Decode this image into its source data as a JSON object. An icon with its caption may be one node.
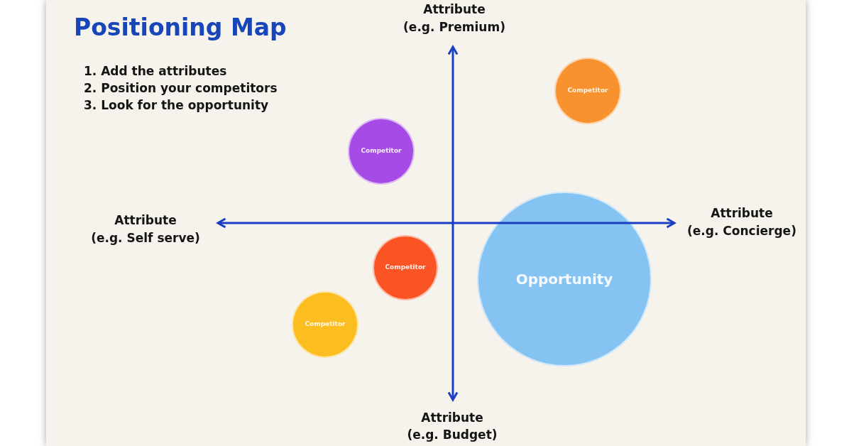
{
  "diagram": {
    "title": "Positioning Map",
    "nodes": [
      {
        "text": [
          "Competitor"
        ]
      },
      {
        "text": [
          "Competitor"
        ]
      },
      {
        "text": [
          "Competitor"
        ]
      },
      {
        "text": [
          "Opportunity"
        ]
      },
      {
        "text": [
          "Competitor"
        ]
      }
    ],
    "labels": [
      "1. Add the attributes",
      "2. Position your competitors",
      "3. Look for the opportunity",
      "Attribute",
      "(e.g. Premium)",
      "Attribute",
      "(e.g. Self serve)",
      "Attribute",
      "(e.g. Concierge)",
      "Attribute",
      "(e.g. Budget)"
    ]
  }
}
